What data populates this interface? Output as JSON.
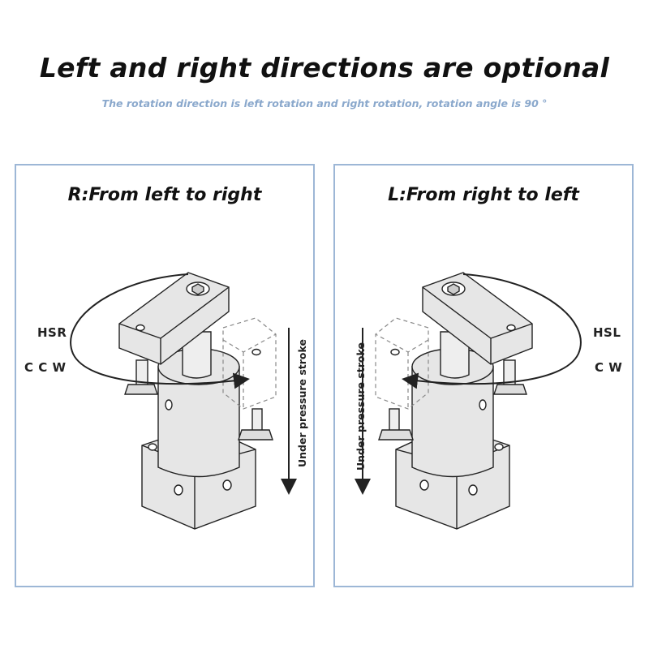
{
  "header": {
    "title": "Left and right directions are optional",
    "subtitle": "The rotation direction is left rotation and right rotation, rotation angle is 90 °"
  },
  "panels": {
    "right_rotation": {
      "title": "R:From left to right",
      "model_label": "HSR",
      "direction_label": "C C W",
      "stroke_label": "Under pressure stroke"
    },
    "left_rotation": {
      "title": "L:From right to left",
      "model_label": "HSL",
      "direction_label": "C W",
      "stroke_label": "Under pressure stroke"
    }
  },
  "colors": {
    "panel_border": "#9db7d6",
    "subtitle": "#8aa8cc",
    "line": "#222222",
    "metal": "#e6e6e6"
  }
}
